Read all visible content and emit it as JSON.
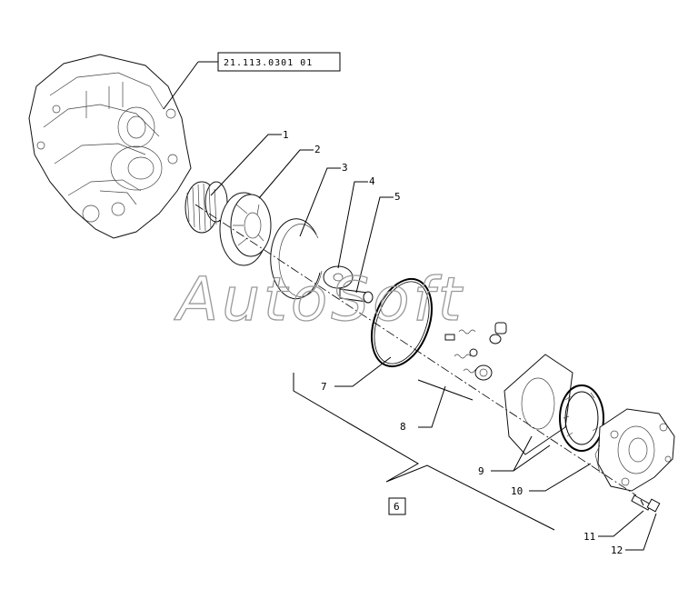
{
  "reference_code": "21.113.0301 01",
  "watermark": "AutoSoft",
  "callouts": {
    "c1": "1",
    "c2": "2",
    "c3": "3",
    "c4": "4",
    "c5": "5",
    "c6": "6",
    "c7": "7",
    "c8": "8",
    "c9": "9",
    "c10": "10",
    "c11": "11",
    "c12": "12"
  }
}
